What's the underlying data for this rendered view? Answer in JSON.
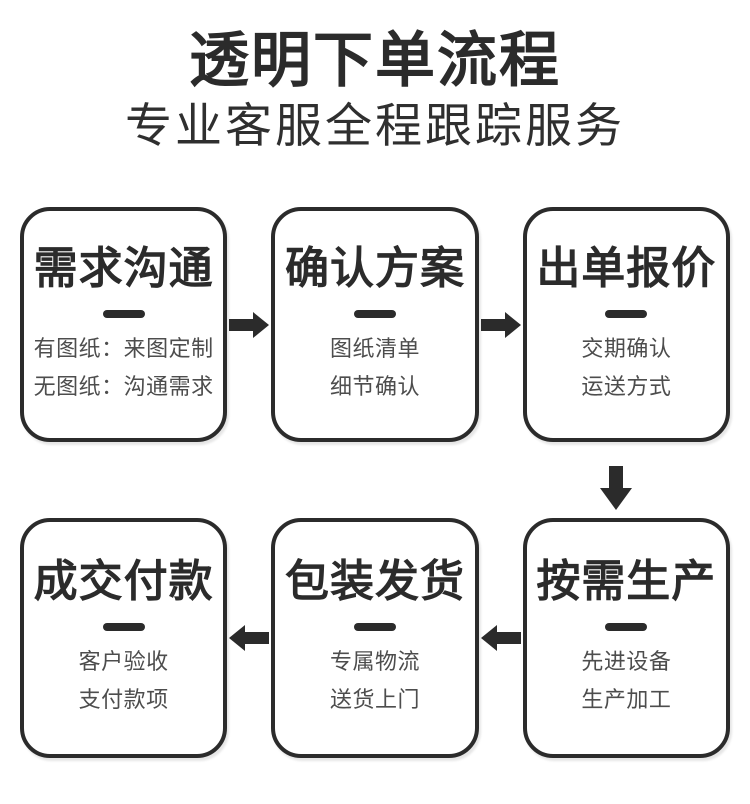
{
  "header": {
    "title": "透明下单流程",
    "subtitle": "专业客服全程跟踪服务"
  },
  "rows": [
    {
      "arrow_direction": "right",
      "boxes": [
        {
          "title": "需求沟通",
          "details": [
            "有图纸：来图定制",
            "无图纸：沟通需求"
          ]
        },
        {
          "title": "确认方案",
          "details": [
            "图纸清单",
            "细节确认"
          ]
        },
        {
          "title": "出单报价",
          "details": [
            "交期确认",
            "运送方式"
          ]
        }
      ]
    },
    {
      "arrow_direction": "left",
      "boxes": [
        {
          "title": "成交付款",
          "details": [
            "客户验收",
            "支付款项"
          ]
        },
        {
          "title": "包装发货",
          "details": [
            "专属物流",
            "送货上门"
          ]
        },
        {
          "title": "按需生产",
          "details": [
            "先进设备",
            "生产加工"
          ]
        }
      ]
    }
  ],
  "connector_between_rows": "arrow-down",
  "icons": {
    "row1_connector": "arrow-right",
    "row_transition": "arrow-down",
    "row2_connector": "arrow-left"
  },
  "colors": {
    "ink": "#2b2b2b",
    "detail_text": "#4d4d4d",
    "background": "#ffffff"
  }
}
